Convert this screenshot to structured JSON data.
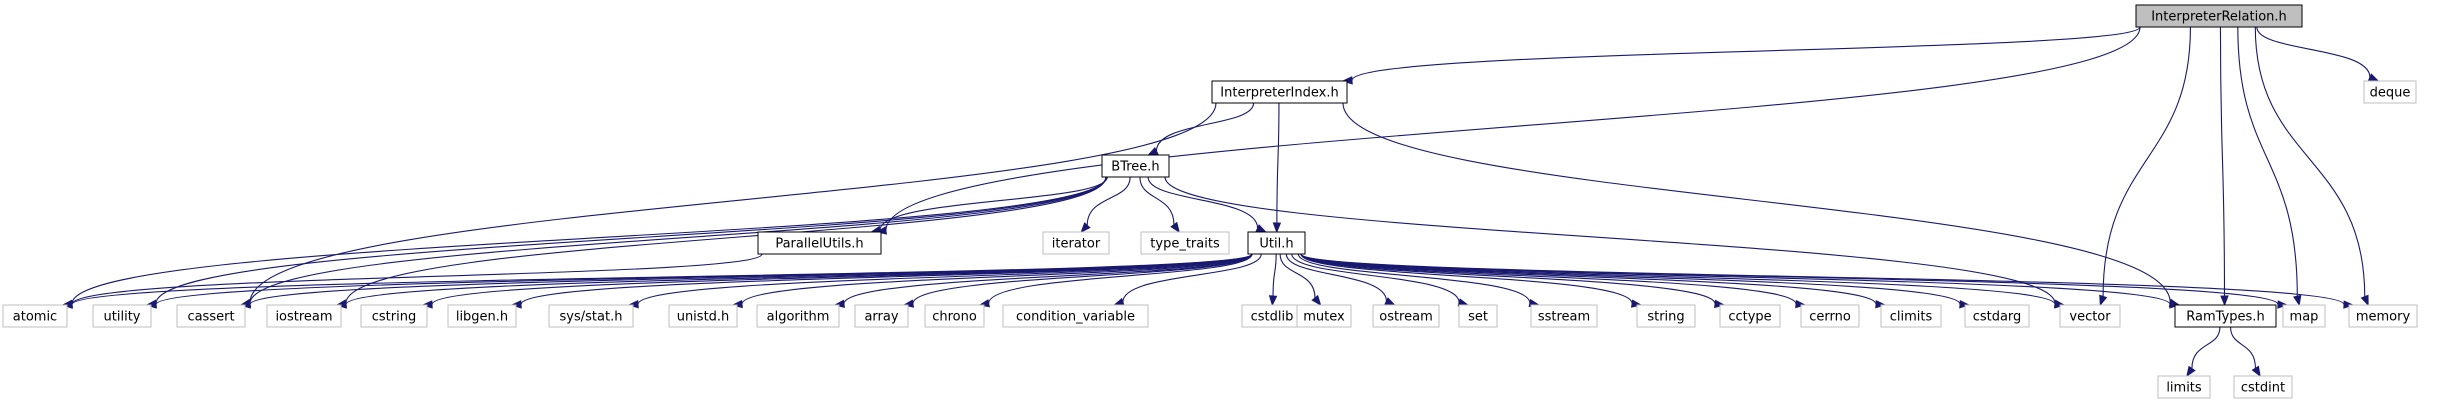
{
  "nodes": [
    {
      "id": "InterpreterRelation",
      "label": "InterpreterRelation.h",
      "kind": "root"
    },
    {
      "id": "InterpreterIndex",
      "label": "InterpreterIndex.h",
      "kind": "file"
    },
    {
      "id": "deque",
      "label": "deque",
      "kind": "sys"
    },
    {
      "id": "BTree",
      "label": "BTree.h",
      "kind": "file"
    },
    {
      "id": "ParallelUtils",
      "label": "ParallelUtils.h",
      "kind": "file"
    },
    {
      "id": "iterator",
      "label": "iterator",
      "kind": "sys"
    },
    {
      "id": "type_traits",
      "label": "type_traits",
      "kind": "sys"
    },
    {
      "id": "Util",
      "label": "Util.h",
      "kind": "file"
    },
    {
      "id": "atomic",
      "label": "atomic",
      "kind": "sys"
    },
    {
      "id": "utility",
      "label": "utility",
      "kind": "sys"
    },
    {
      "id": "cassert",
      "label": "cassert",
      "kind": "sys"
    },
    {
      "id": "iostream",
      "label": "iostream",
      "kind": "sys"
    },
    {
      "id": "cstring",
      "label": "cstring",
      "kind": "sys"
    },
    {
      "id": "libgen",
      "label": "libgen.h",
      "kind": "sys"
    },
    {
      "id": "sysstat",
      "label": "sys/stat.h",
      "kind": "sys"
    },
    {
      "id": "unistd",
      "label": "unistd.h",
      "kind": "sys"
    },
    {
      "id": "algorithm",
      "label": "algorithm",
      "kind": "sys"
    },
    {
      "id": "array",
      "label": "array",
      "kind": "sys"
    },
    {
      "id": "chrono",
      "label": "chrono",
      "kind": "sys"
    },
    {
      "id": "condition_variable",
      "label": "condition_variable",
      "kind": "sys"
    },
    {
      "id": "cstdlib",
      "label": "cstdlib",
      "kind": "sys"
    },
    {
      "id": "mutex",
      "label": "mutex",
      "kind": "sys"
    },
    {
      "id": "ostream",
      "label": "ostream",
      "kind": "sys"
    },
    {
      "id": "set",
      "label": "set",
      "kind": "sys"
    },
    {
      "id": "sstream",
      "label": "sstream",
      "kind": "sys"
    },
    {
      "id": "string",
      "label": "string",
      "kind": "sys"
    },
    {
      "id": "cctype",
      "label": "cctype",
      "kind": "sys"
    },
    {
      "id": "cerrno",
      "label": "cerrno",
      "kind": "sys"
    },
    {
      "id": "climits",
      "label": "climits",
      "kind": "sys"
    },
    {
      "id": "cstdarg",
      "label": "cstdarg",
      "kind": "sys"
    },
    {
      "id": "vector",
      "label": "vector",
      "kind": "sys"
    },
    {
      "id": "RamTypes",
      "label": "RamTypes.h",
      "kind": "file"
    },
    {
      "id": "map",
      "label": "map",
      "kind": "sys"
    },
    {
      "id": "memory",
      "label": "memory",
      "kind": "sys"
    },
    {
      "id": "limits",
      "label": "limits",
      "kind": "sys"
    },
    {
      "id": "cstdint",
      "label": "cstdint",
      "kind": "sys"
    }
  ],
  "edges": [
    [
      "InterpreterRelation",
      "ParallelUtils"
    ],
    [
      "InterpreterRelation",
      "InterpreterIndex"
    ],
    [
      "InterpreterRelation",
      "deque"
    ],
    [
      "InterpreterRelation",
      "vector"
    ],
    [
      "InterpreterRelation",
      "RamTypes"
    ],
    [
      "InterpreterRelation",
      "map"
    ],
    [
      "InterpreterRelation",
      "memory"
    ],
    [
      "InterpreterIndex",
      "BTree"
    ],
    [
      "InterpreterIndex",
      "Util"
    ],
    [
      "InterpreterIndex",
      "RamTypes"
    ],
    [
      "InterpreterIndex",
      "cassert"
    ],
    [
      "BTree",
      "ParallelUtils"
    ],
    [
      "BTree",
      "iterator"
    ],
    [
      "BTree",
      "type_traits"
    ],
    [
      "BTree",
      "Util"
    ],
    [
      "BTree",
      "vector"
    ],
    [
      "BTree",
      "atomic"
    ],
    [
      "BTree",
      "cassert"
    ],
    [
      "BTree",
      "iostream"
    ],
    [
      "BTree",
      "utility"
    ],
    [
      "ParallelUtils",
      "atomic"
    ],
    [
      "Util",
      "atomic"
    ],
    [
      "Util",
      "utility"
    ],
    [
      "Util",
      "cassert"
    ],
    [
      "Util",
      "iostream"
    ],
    [
      "Util",
      "cstring"
    ],
    [
      "Util",
      "libgen"
    ],
    [
      "Util",
      "sysstat"
    ],
    [
      "Util",
      "unistd"
    ],
    [
      "Util",
      "algorithm"
    ],
    [
      "Util",
      "array"
    ],
    [
      "Util",
      "chrono"
    ],
    [
      "Util",
      "condition_variable"
    ],
    [
      "Util",
      "cstdlib"
    ],
    [
      "Util",
      "mutex"
    ],
    [
      "Util",
      "ostream"
    ],
    [
      "Util",
      "set"
    ],
    [
      "Util",
      "sstream"
    ],
    [
      "Util",
      "string"
    ],
    [
      "Util",
      "cctype"
    ],
    [
      "Util",
      "cerrno"
    ],
    [
      "Util",
      "climits"
    ],
    [
      "Util",
      "cstdarg"
    ],
    [
      "Util",
      "vector"
    ],
    [
      "Util",
      "RamTypes"
    ],
    [
      "Util",
      "map"
    ],
    [
      "Util",
      "memory"
    ],
    [
      "RamTypes",
      "limits"
    ],
    [
      "RamTypes",
      "cstdint"
    ]
  ],
  "colors": {
    "edge": "#191970",
    "root_fill": "#bfbfbf",
    "file_border": "#000000",
    "sys_border": "#bfbfbf"
  }
}
